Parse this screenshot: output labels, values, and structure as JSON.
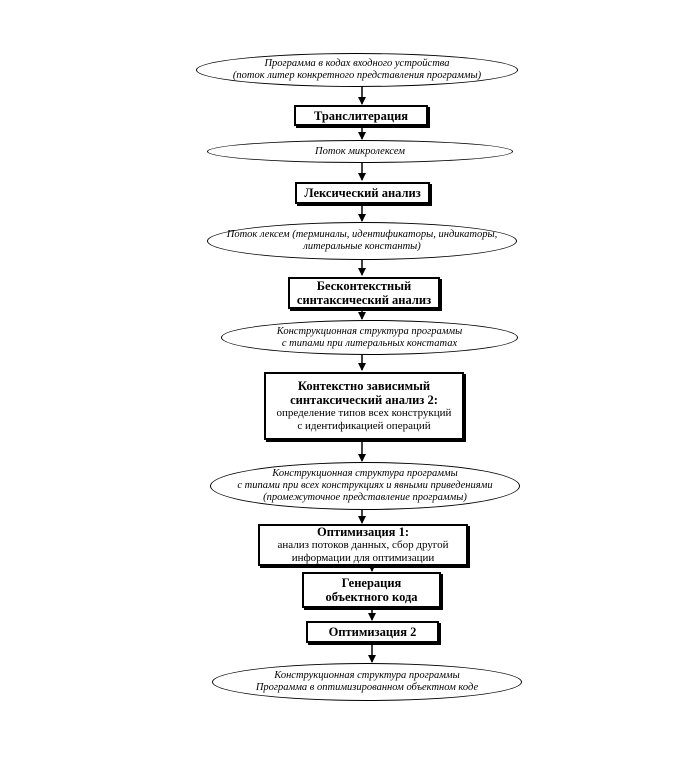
{
  "flowchart": {
    "data_streams": {
      "source_program": {
        "lines": [
          "Программа в кодах входного устройства",
          "(поток литер конкретного представления программы)"
        ]
      },
      "microlexemes": {
        "lines": [
          "Поток микролексем"
        ]
      },
      "lexemes": {
        "lines": [
          "Поток лексем (терминалы, идентификаторы, индикаторы,",
          "литеральные константы)"
        ]
      },
      "structure_literals": {
        "lines": [
          "Конструкционная структура программы",
          "с типами при литеральных констатах"
        ]
      },
      "structure_all_types": {
        "lines": [
          "Конструкционная структура программы",
          "с типами при всех конструкциях и явными приведениями",
          "(промежуточное представление программы)"
        ]
      },
      "structure_optimized": {
        "lines": [
          "Конструкционная структура программы",
          "Программа в оптимизированном объектном коде"
        ]
      }
    },
    "stages": {
      "transliteration": {
        "title_lines": [
          "Транслитерация"
        ],
        "detail_lines": []
      },
      "lexical_analysis": {
        "title_lines": [
          "Лексический анализ"
        ],
        "detail_lines": []
      },
      "context_free_syntax": {
        "title_lines": [
          "Бесконтекстный",
          "синтаксический анализ"
        ],
        "detail_lines": []
      },
      "context_dependent_syntax": {
        "title_lines": [
          "Контекстно зависимый",
          "синтаксический анализ 2:"
        ],
        "detail_lines": [
          "определение типов всех конструкций",
          "с идентификацией операций"
        ]
      },
      "optimization_1": {
        "title_lines": [
          "Оптимизация 1:"
        ],
        "detail_lines": [
          "анализ потоков данных, сбор другой",
          "информации для оптимизации"
        ]
      },
      "code_generation": {
        "title_lines": [
          "Генерация",
          "объектного кода"
        ],
        "detail_lines": []
      },
      "optimization_2": {
        "title_lines": [
          "Оптимизация 2"
        ],
        "detail_lines": []
      }
    }
  }
}
